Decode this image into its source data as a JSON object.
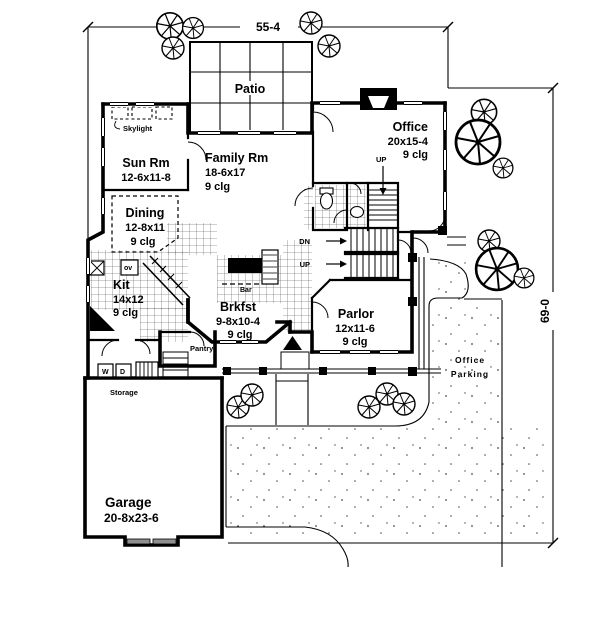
{
  "dimensions": {
    "overall_width": "55-4",
    "overall_depth": "69-0"
  },
  "rooms": {
    "patio": {
      "name": "Patio"
    },
    "sun_rm": {
      "name": "Sun Rm",
      "size": "12-6x11-8"
    },
    "family_rm": {
      "name": "Family Rm",
      "size": "18-6x17",
      "ceiling": "9 clg"
    },
    "dining": {
      "name": "Dining",
      "size": "12-8x11",
      "ceiling": "9 clg"
    },
    "kit": {
      "name": "Kit",
      "size": "14x12",
      "ceiling": "9 clg"
    },
    "brkfst": {
      "name": "Brkfst",
      "size": "9-8x10-4",
      "ceiling": "9 clg"
    },
    "parlor": {
      "name": "Parlor",
      "size": "12x11-6",
      "ceiling": "9 clg"
    },
    "office": {
      "name": "Office",
      "size": "20x15-4",
      "ceiling": "9 clg"
    },
    "garage": {
      "name": "Garage",
      "size": "20-8x23-6"
    }
  },
  "labels": {
    "skylight": "Skylight",
    "storage": "Storage",
    "pantry": "Pantry",
    "bar": "Bar",
    "down": "DN",
    "up_main": "UP",
    "up_office": "UP",
    "oven": "ov",
    "washer": "W",
    "dryer": "D",
    "office_parking_line1": "Office",
    "office_parking_line2": "Parking"
  },
  "colors": {
    "line": "#000000",
    "background": "#ffffff",
    "door_gray": "#909090",
    "speckle": "#4a4a4a"
  }
}
